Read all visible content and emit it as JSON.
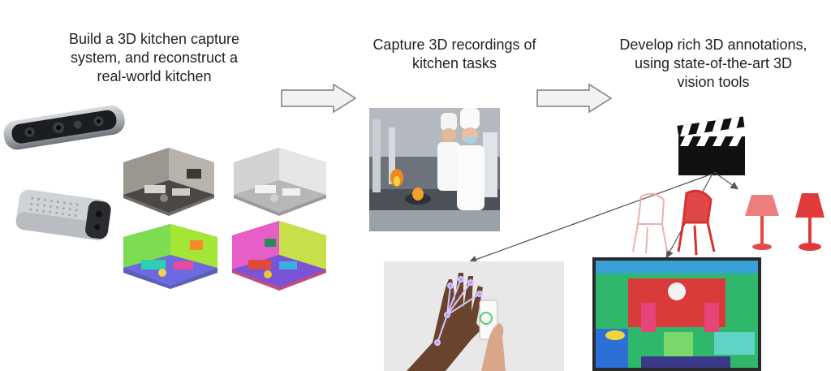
{
  "captions": {
    "capture_system": [
      "Build a 3D kitchen capture",
      "system, and reconstruct a",
      "real-world kitchen"
    ],
    "recordings": [
      "Capture 3D recordings of",
      "kitchen tasks"
    ],
    "annotations": [
      "Develop rich 3D annotations,",
      "using state-of-the-art 3D",
      "vision tools"
    ]
  },
  "icons": {
    "depth_camera_1": "depth-camera-icon",
    "depth_camera_2": "depth-camera-icon",
    "clapperboard": "clapperboard-icon",
    "flow_arrow": "right-arrow-icon"
  },
  "colors": {
    "arrow_fill": "#f2f2f2",
    "arrow_stroke": "#7f7f7f",
    "pointcloud_red": "#e03535",
    "seg_green": "#2fb86b",
    "seg_blue": "#2c6fd6",
    "seg_red": "#d93a3a",
    "seg_magenta": "#e6457a",
    "seg_yellow": "#f0d63a"
  }
}
